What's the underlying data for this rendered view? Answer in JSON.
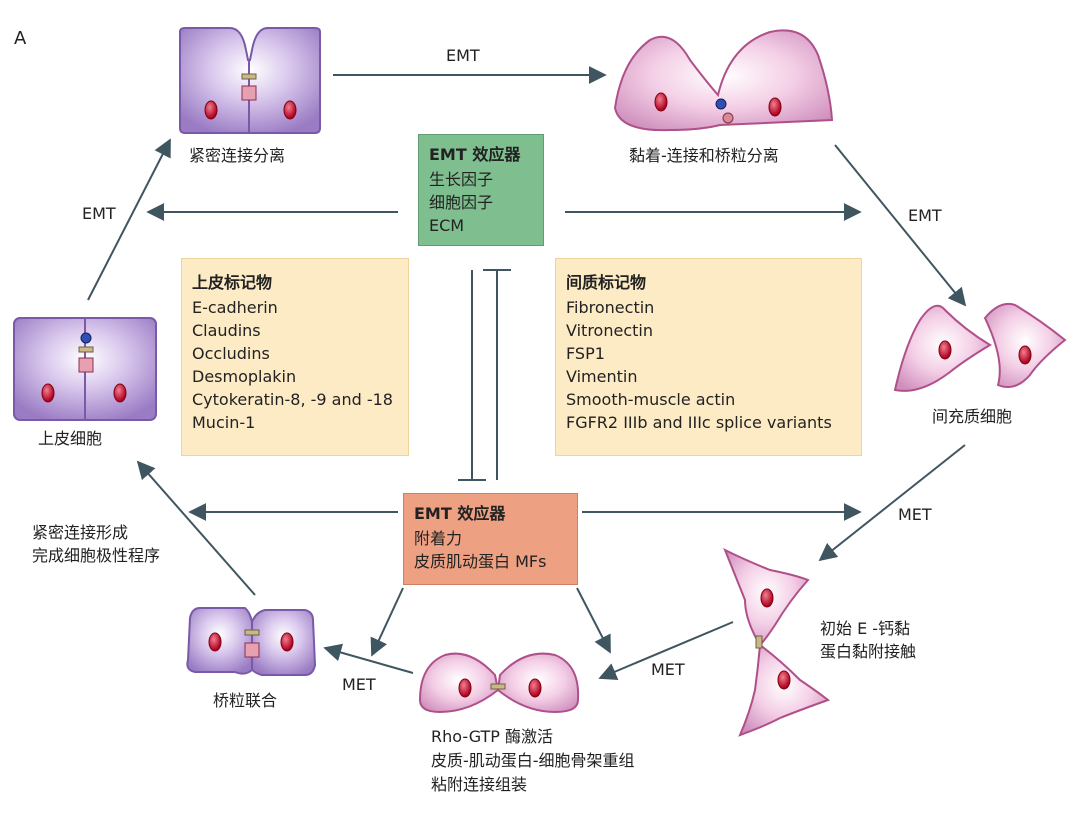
{
  "panel_label": "A",
  "arrow_labels": {
    "emt_top": "EMT",
    "emt_left": "EMT",
    "emt_right": "EMT",
    "met_right": "MET",
    "met_bottom_right": "MET",
    "met_bottom_left": "MET"
  },
  "cell_labels": {
    "tight_junction_dissociation": "紧密连接分离",
    "adherens_desmosome_dissociation": "黏着-连接和桥粒分离",
    "mesenchymal_cell": "间充质细胞",
    "initial_ecadherin_line1": "初始 E -钙黏",
    "initial_ecadherin_line2": "蛋白黏附接触",
    "rho_line1": "Rho-GTP 酶激活",
    "rho_line2": "皮质-肌动蛋白-细胞骨架重组",
    "rho_line3": "粘附连接组装",
    "desmosome_junction": "桥粒联合",
    "tight_junction_formation_line1": "紧密连接形成",
    "tight_junction_formation_line2": "完成细胞极性程序",
    "epithelial_cell": "上皮细胞"
  },
  "emt_effectors": {
    "title": "EMT 效应器",
    "items": [
      "生长因子",
      "细胞因子",
      "ECM"
    ]
  },
  "met_effectors": {
    "title": "EMT 效应器",
    "items": [
      "附着力",
      "皮质肌动蛋白 MFs"
    ]
  },
  "epithelial_markers": {
    "title": "上皮标记物",
    "items": [
      "E-cadherin",
      "Claudins",
      "Occludins",
      "Desmoplakin",
      "Cytokeratin-8, -9 and -18",
      "Mucin-1"
    ]
  },
  "mesenchymal_markers": {
    "title": "间质标记物",
    "items": [
      "Fibronectin",
      "Vitronectin",
      "FSP1",
      "Vimentin",
      "Smooth-muscle actin",
      "FGFR2 IIIb and IIIc splice variants"
    ]
  },
  "colors": {
    "epithelial_cell": "#b79cd6",
    "mesenchymal_cell": "#e9b3d6",
    "nucleus": "#c8102e",
    "arrow": "#3f5560",
    "green_box": "#7fbf8f",
    "orange_box": "#eea083",
    "yellow_box": "#fdebc6"
  }
}
